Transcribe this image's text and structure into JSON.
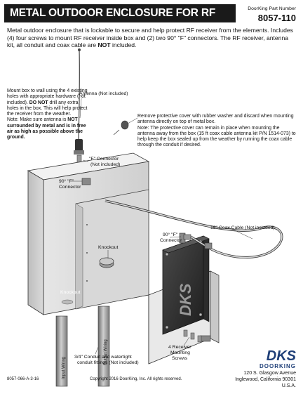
{
  "header": {
    "title": "METAL OUTDOOR ENCLOSURE FOR RF RECEIVER",
    "part_label": "DoorKing Part Number",
    "part_number": "8057-110"
  },
  "intro": {
    "text_a": "Metal outdoor enclosure that is lockable to secure and help protect RF receiver from the elements. Includes (4) four screws to mount RF receiver inside box and (2) two 90° \"F\" connectors. The RF receiver, antenna kit, all conduit and coax cable are ",
    "text_bold": "NOT",
    "text_b": " included."
  },
  "mount_note": {
    "text_a": "Mount box to wall using the 4 existing holes with appropriate hardware (not included). ",
    "bold_a": "DO NOT",
    "text_b": " drill any extra holes in the box. This will help protect the receiver from the weather.",
    "text_c": "Note: Make sure antenna is ",
    "bold_b": "NOT surrounded by metal and is in free air as high as possible above the ground."
  },
  "cover_note": {
    "line1": "Remove protective cover with rubber washer and discard when mounting antenna directly on top of metal box.",
    "line2": "Note: The protective cover can remain in place when mounting the antenna away from the box (15 ft coax cable antenna kit P/N 1514-073) to help keep the box sealed up from the weather by running the coax cable through the conduit if desired."
  },
  "labels": {
    "antenna": "Antenna (Not included)",
    "f_connector_a": "\"F\" Connector",
    "f_connector_b": "(Not included)",
    "ninety_f_top_a": "90° \"F\"",
    "ninety_f_top_b": "Connector",
    "ninety_f_right_a": "90° \"F\"",
    "ninety_f_right_b": "Connector",
    "coax": "18\" Coax Cable (Not included)",
    "knockout": "Knockout",
    "knockout_bottom": "Knockout",
    "screws_a": "4 Receiver",
    "screws_b": "Mounting",
    "screws_c": "Screws",
    "input_wiring": "Input Wiring",
    "output_wiring": "Output Wiring",
    "conduit_a": "3/4\" Conduit and watertight",
    "conduit_b": "conduit fittings (Not included)",
    "receiver_brand": "DKS"
  },
  "footer": {
    "code": "8057-066-A-3-16",
    "copyright": "Copyright 2016 DoorKing, Inc. All rights reserved.",
    "logo": "DKS",
    "logo_sub": "DOORKING",
    "address1": "120 S. Glasgow Avenue",
    "address2": "Inglewood, California 90301 U.S.A."
  }
}
